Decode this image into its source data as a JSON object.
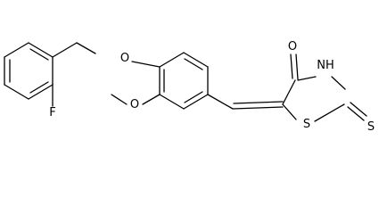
{
  "structure": {
    "atoms": [
      {
        "id": "F",
        "label": "F"
      },
      {
        "id": "O_ether",
        "label": "O"
      },
      {
        "id": "O_methoxy",
        "label": "O"
      },
      {
        "id": "O_carbonyl",
        "label": "O"
      },
      {
        "id": "NH",
        "label": "NH"
      },
      {
        "id": "S_ring",
        "label": "S"
      },
      {
        "id": "S_thione",
        "label": "S"
      }
    ]
  },
  "colors": {
    "background": "#ffffff",
    "bonds": "#000000",
    "labels": "#000000"
  }
}
